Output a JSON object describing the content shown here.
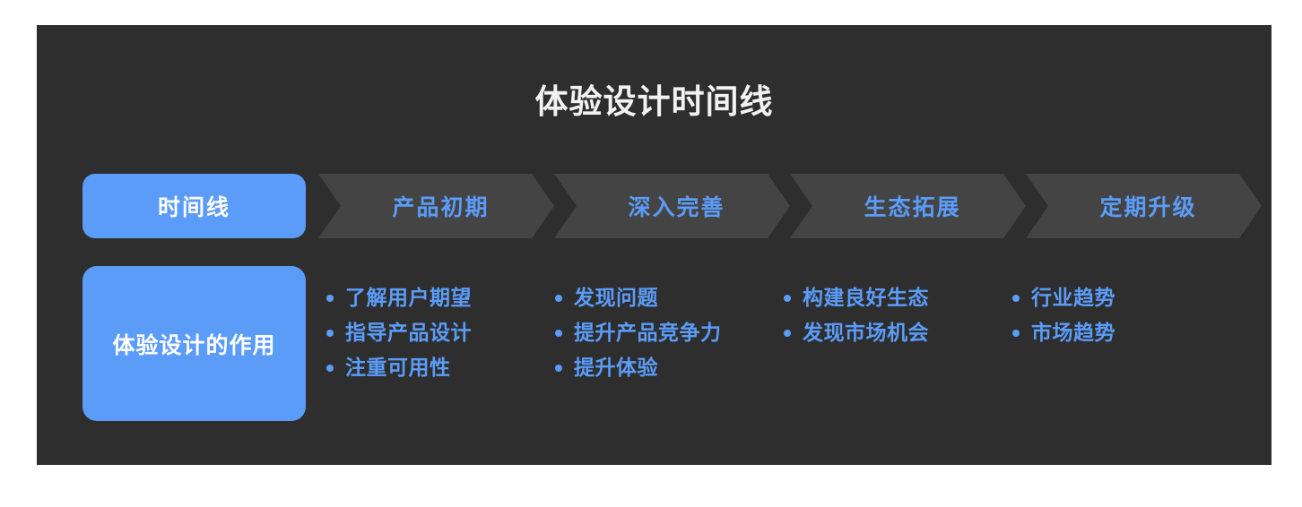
{
  "slide": {
    "title": "体验设计时间线",
    "background_color": "#ffffff",
    "panel_color": "#2e2e2e",
    "accent_color": "#5b9cf8",
    "chevron_color": "#444444",
    "title_color": "#f2f2f2"
  },
  "stage_row": {
    "header_label": "时间线",
    "stages": [
      {
        "label": "产品初期"
      },
      {
        "label": "深入完善"
      },
      {
        "label": "生态拓展"
      },
      {
        "label": "定期升级"
      }
    ]
  },
  "content_row": {
    "header_label": "体验设计的作用",
    "columns": [
      {
        "items": [
          "了解用户期望",
          "指导产品设计",
          "注重可用性"
        ]
      },
      {
        "items": [
          "发现问题",
          "提升产品竞争力",
          "提升体验"
        ]
      },
      {
        "items": [
          "构建良好生态",
          "发现市场机会"
        ]
      },
      {
        "items": [
          "行业趋势",
          "市场趋势"
        ]
      }
    ]
  }
}
